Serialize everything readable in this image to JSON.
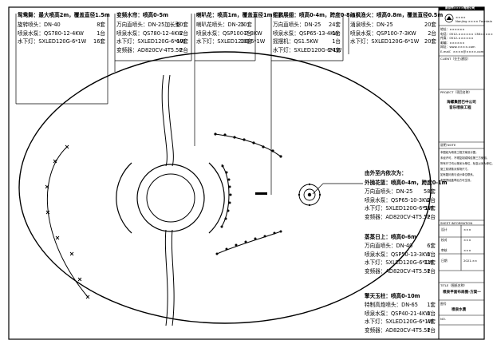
{
  "groups_top": [
    {
      "id": "g1",
      "title": "鸳鸯舞：最大喷高2m，覆盖直径1.5m",
      "rows": [
        {
          "label": "旋转喷头：DN-40",
          "qty": "8套"
        },
        {
          "label": "喷泉水泵：QS780-12-4KW",
          "qty": "1台"
        },
        {
          "label": "水下灯：SXLED120G-6*1W",
          "qty": "16套"
        }
      ]
    },
    {
      "id": "g2",
      "title": "变频水帘：喷高0-5m",
      "rows": [
        {
          "label": "万向直喷头：DN-25加长型",
          "qty": "60套"
        },
        {
          "label": "喷泉水泵：QS780-12-4KW",
          "qty": "2台"
        },
        {
          "label": "水下灯：SXLED120G-6*1W",
          "qty": "60套"
        },
        {
          "label": "变频器：AD820CV-4T5.5P",
          "qty": "2台"
        }
      ]
    },
    {
      "id": "g3",
      "title": "喇叭花：喷高1m，覆盖直径1m",
      "rows": [
        {
          "label": "喇叭花喷头：DN-25",
          "qty": "10套"
        },
        {
          "label": "喷泉水泵：QSP100-7-3KW",
          "qty": "1台"
        },
        {
          "label": "水下灯：SXLED120G-6*1W",
          "qty": "10套"
        }
      ]
    },
    {
      "id": "g4",
      "title": "鲲鹏展翅：喷高0-4m，跨度0-8m",
      "rows": [
        {
          "label": "万向直喷头：DN-25",
          "qty": "24套"
        },
        {
          "label": "喷泉水泵：QSP65-13-4KW",
          "qty": "1台"
        },
        {
          "label": "摇摆机：QS1.5KW",
          "qty": "1台"
        },
        {
          "label": "水下灯：SXLED120G-6*1W",
          "qty": "24套"
        }
      ]
    },
    {
      "id": "g5",
      "title": "江枫渔火：喷高0.8m，覆盖直径0.5m",
      "rows": [
        {
          "label": "涌泉喷头：DN-25",
          "qty": "20套"
        },
        {
          "label": "喷泉水泵：QSP100-7-3KW",
          "qty": "2台"
        },
        {
          "label": "水下灯：SXLED120G-6*1W",
          "qty": "20套"
        }
      ]
    }
  ],
  "right_notes": {
    "intro": "由外至内依次为：",
    "groups": [
      {
        "id": "r1",
        "title": "外抛花篮：喷高0-4m，跨度0-1m",
        "rows": [
          {
            "label": "万向直喷头：DN-25",
            "qty": "58套"
          },
          {
            "label": "喷泉水泵：QSP65-10-3KW",
            "qty": "2台"
          },
          {
            "label": "水下灯：SXLED120G-6*1W",
            "qty": "58套"
          },
          {
            "label": "变频器：AD820CV-4T5.5P",
            "qty": "2台"
          }
        ]
      },
      {
        "id": "r2",
        "title": "蒸蒸日上：喷高0-6m",
        "rows": [
          {
            "label": "万向直喷头：DN-40",
            "qty": "6套"
          },
          {
            "label": "喷泉水泵：QSP50-13-3KW",
            "qty": "1台"
          },
          {
            "label": "水下灯：SXLED120G-6*1W",
            "qty": "12套"
          },
          {
            "label": "变频器：AD820CV-4T5.5P",
            "qty": "1台"
          }
        ]
      },
      {
        "id": "r3",
        "title": "擎天玉柱：喷高0-10m",
        "rows": [
          {
            "label": "特制高炮喷头：DN-65",
            "qty": "1套"
          },
          {
            "label": "喷泉水泵：QSP40-21-4KW",
            "qty": "1台"
          },
          {
            "label": "水下灯：SXLED120G-6*1W",
            "qty": "4套"
          },
          {
            "label": "变频器：AD820CV-4T5.5P",
            "qty": "1台"
          }
        ]
      }
    ]
  },
  "title_block": {
    "company_cn": "南京市××××有限公司",
    "company_en": "Nanjing ×××× Fountain",
    "logo_caption": "××××",
    "client_header": "CLIENT（业主/建设）",
    "project_header": "PROJECT（项目名称）",
    "project_name_1": "海螺集团巴中公司",
    "project_name_2": "音乐喷泉工程",
    "contact_lines": [
      "地址：××××××",
      "电话：0512-××××××  138××××××××",
      "传真：0512-××××××",
      "邮编：××××××",
      "网址：www.××××.com",
      "E-mail：××××@××××.com"
    ],
    "notes_header": "说明 NOTE",
    "notes": [
      "本图纸为喷泉工程方案设计图。",
      "未经许可，不得复制或转给第三方使用。",
      "所有尺寸均以毫米为单位，标高以米为单位。",
      "施工前请核对现场尺寸。",
      "如有疑问请与设计单位联系。",
      "本图须经盖章后方可生效。"
    ],
    "sheet_info_header": "SHEET INFORMATION",
    "rows": [
      {
        "label": "设计",
        "value": "×××"
      },
      {
        "label": "校对",
        "value": "×××"
      },
      {
        "label": "审核",
        "value": "×××"
      },
      {
        "label": "日期",
        "value": "2021.××"
      }
    ],
    "title_header": "TITLE（图纸名称）",
    "drawing_title": "喷泉平面布局图-方案一",
    "drawing_no_label": "图号",
    "drawing_no": "喷泉水景",
    "sheet_no_label": "NO."
  }
}
